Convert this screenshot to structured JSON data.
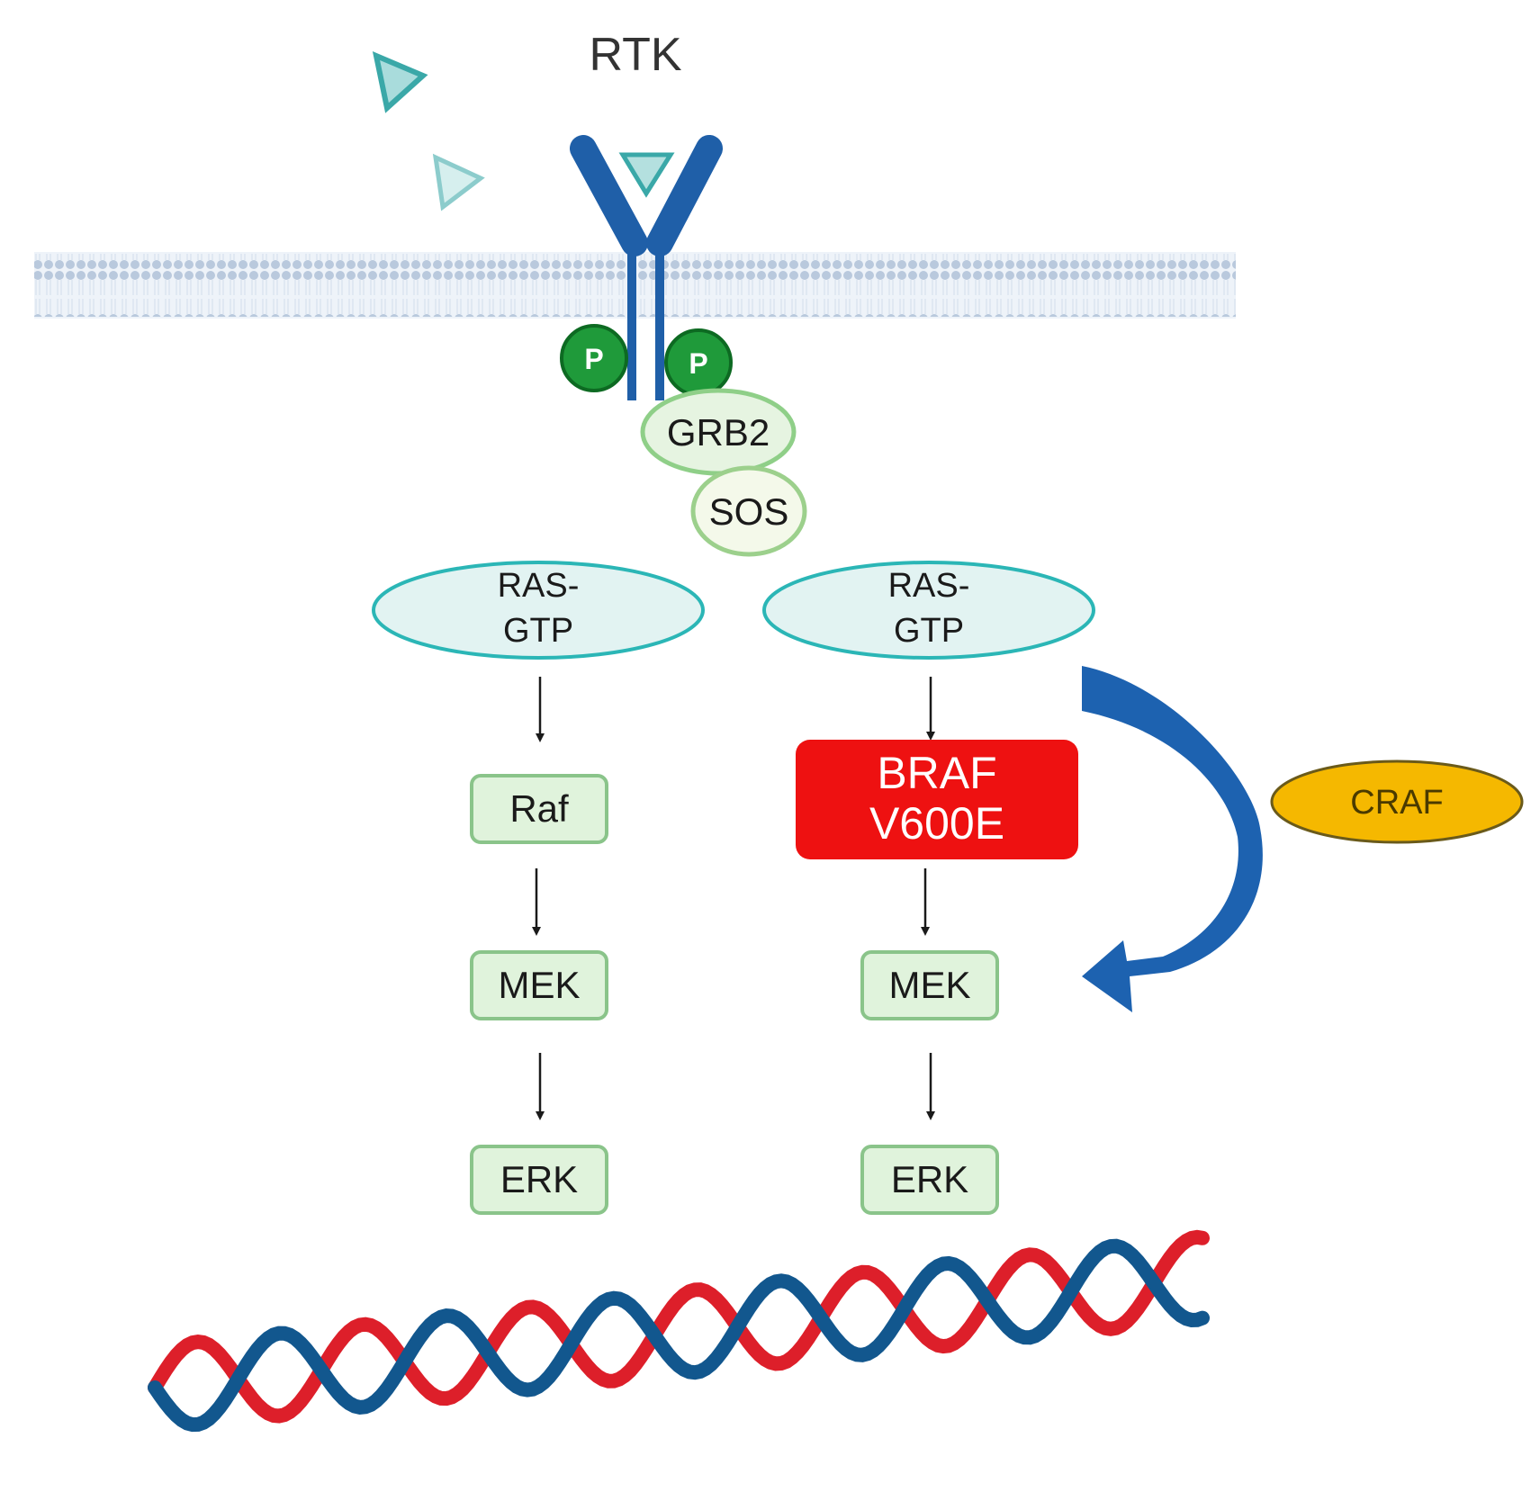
{
  "receptor": {
    "label": "RTK"
  },
  "phospho": {
    "left": "P",
    "right": "P"
  },
  "adaptors": {
    "grb2": "GRB2",
    "sos": "SOS"
  },
  "left_pathway": {
    "ras": {
      "line1": "RAS-",
      "line2": "GTP"
    },
    "raf": "Raf",
    "mek": "MEK",
    "erk": "ERK"
  },
  "right_pathway": {
    "ras": {
      "line1": "RAS-",
      "line2": "GTP"
    },
    "braf": {
      "line1": "BRAF",
      "line2": "V600E"
    },
    "mek": "MEK",
    "erk": "ERK"
  },
  "bypass": {
    "craf": "CRAF"
  },
  "colors": {
    "receptor_blue": "#1f5fa8",
    "ligand_teal": "#3aa8a8",
    "phospho_green": "#1f9a3a",
    "kinase_fill": "#e0f3dc",
    "kinase_border": "#8ac48a",
    "ras_fill": "#e2f3f2",
    "ras_border": "#2bb6b6",
    "braf_red": "#ee1111",
    "craf_gold": "#f5b800",
    "arrow_blue": "#1d62b0",
    "dna_red": "#dd1f2a",
    "dna_blue": "#12578e"
  }
}
